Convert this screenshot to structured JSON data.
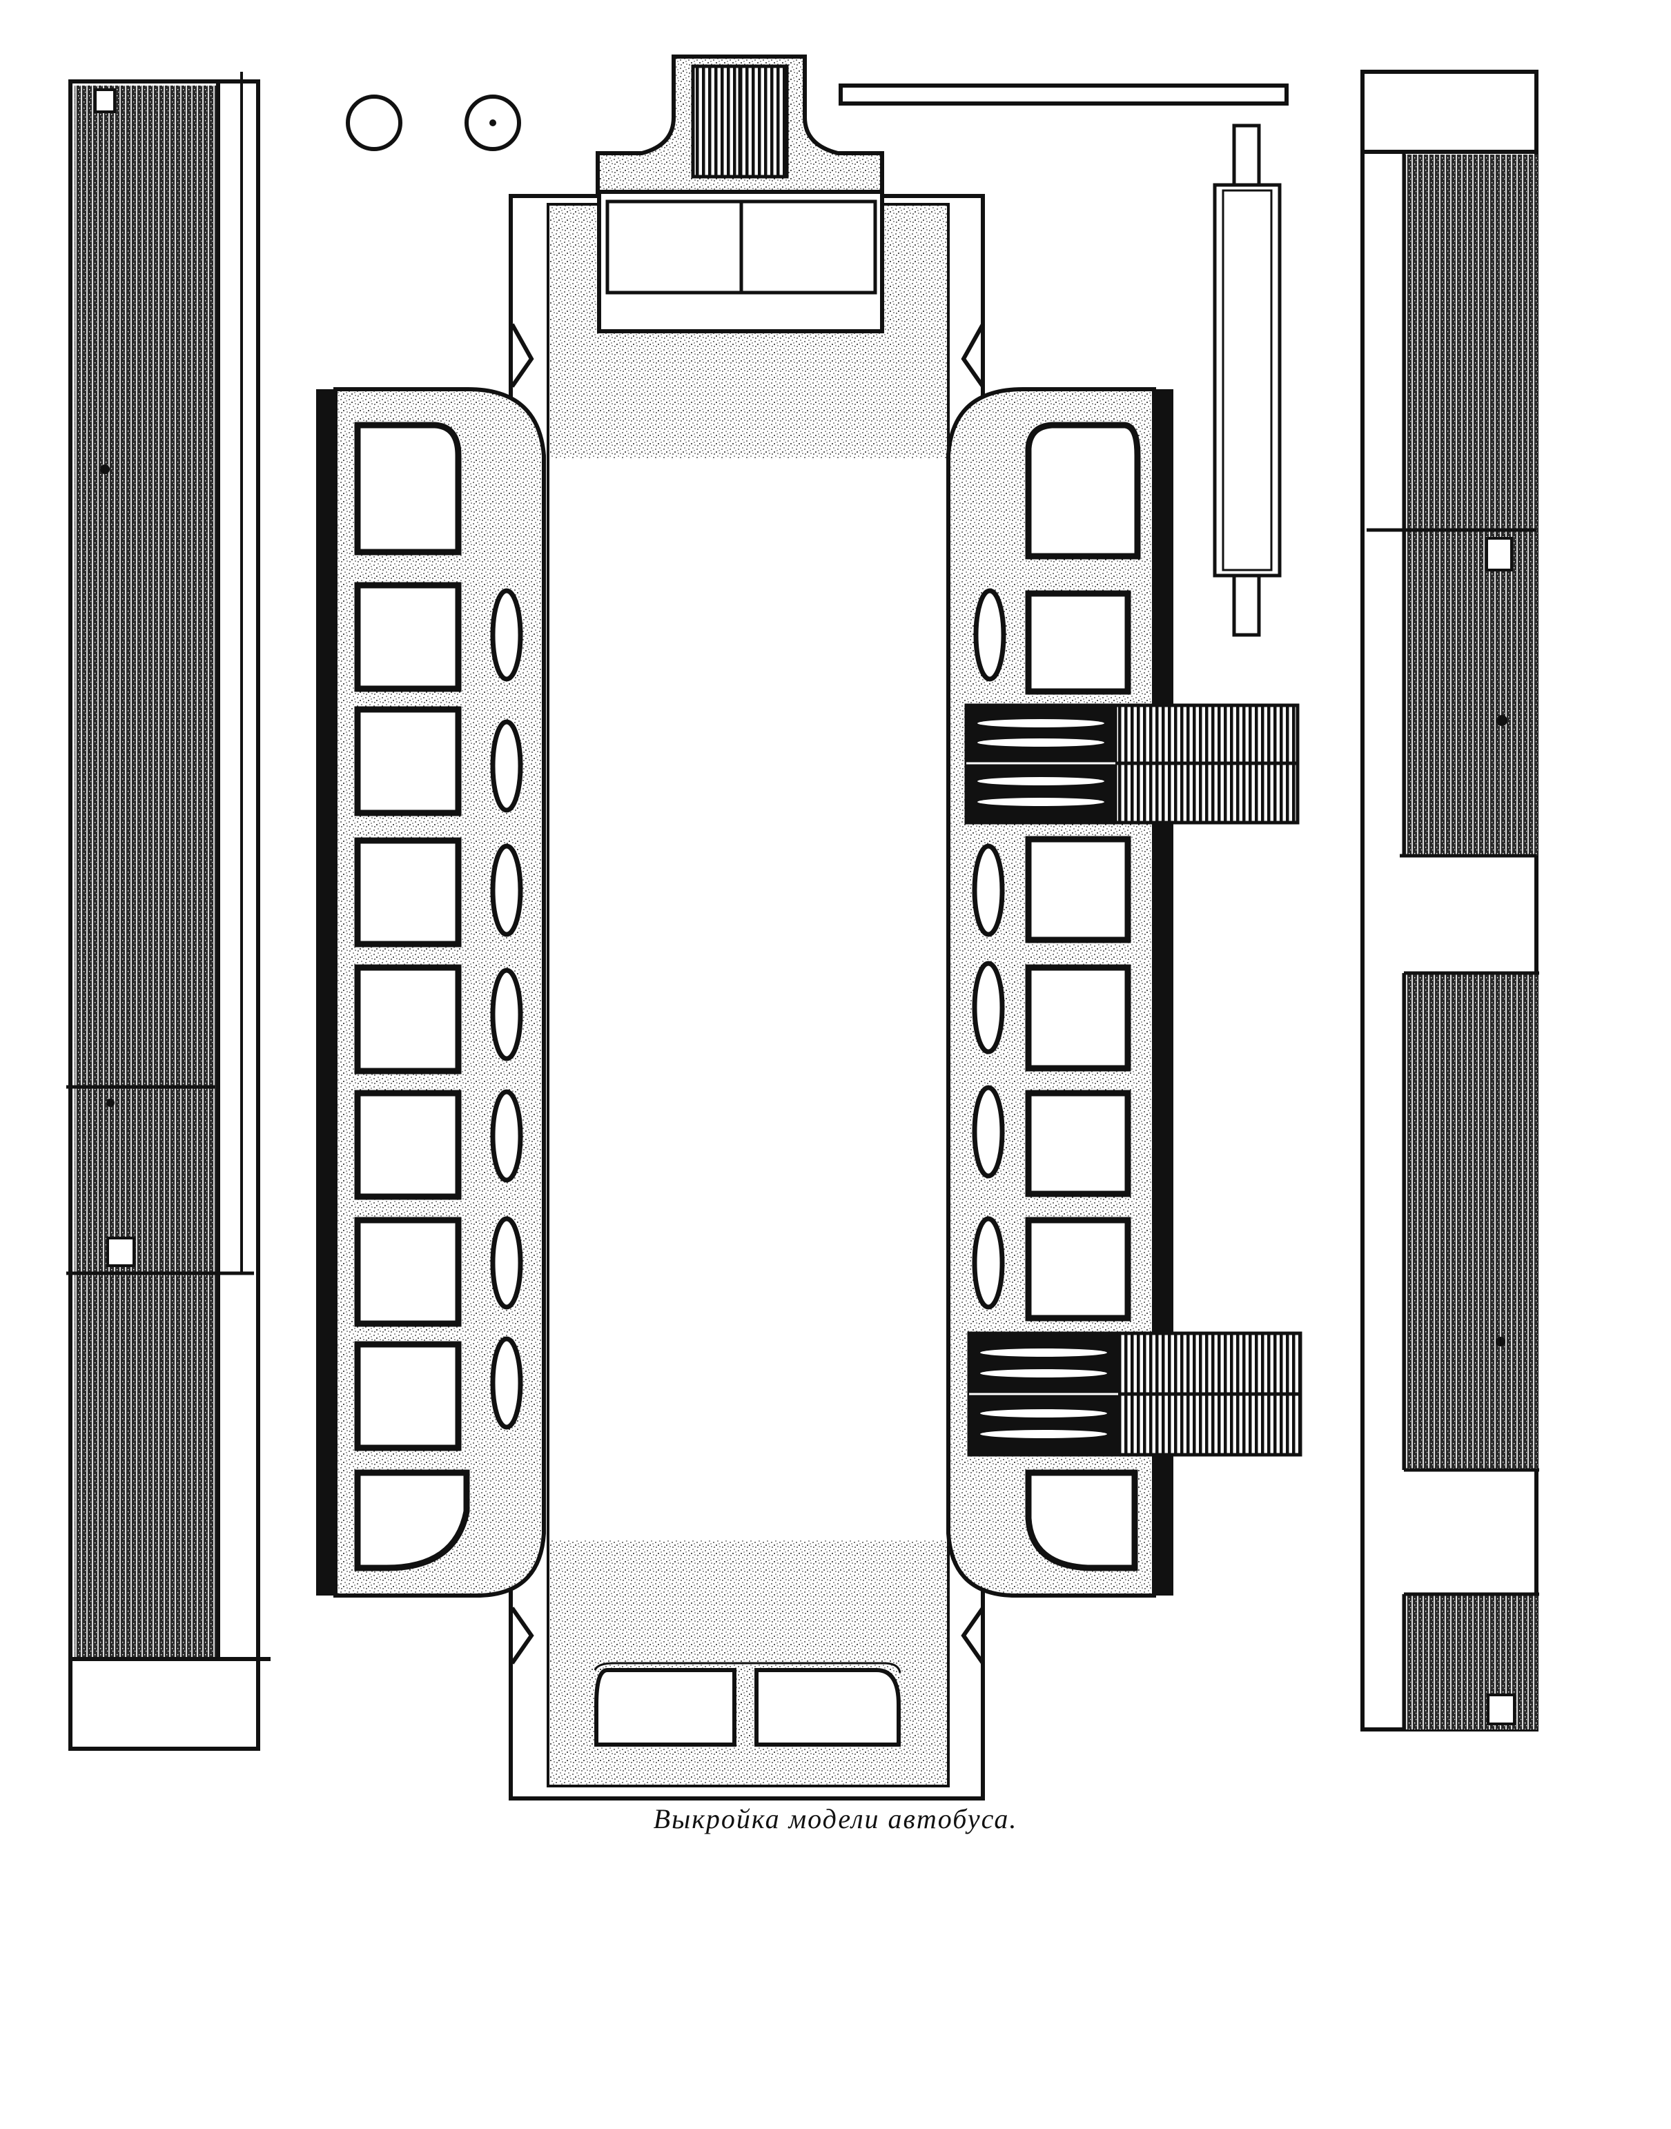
{
  "caption": "Выкройка модели автобуса.",
  "colors": {
    "ink": "#111111",
    "paper": "#ffffff",
    "stipple": "#1a1a1a"
  },
  "parts": [
    "left-side-strip",
    "right-side-strip",
    "body-net",
    "left-side-wall",
    "right-side-wall",
    "front-panel",
    "rear-panel",
    "door-flap-upper",
    "door-flap-lower",
    "roof-rail-bar",
    "small-axle-strip",
    "wheel-circle-left",
    "wheel-circle-right"
  ]
}
